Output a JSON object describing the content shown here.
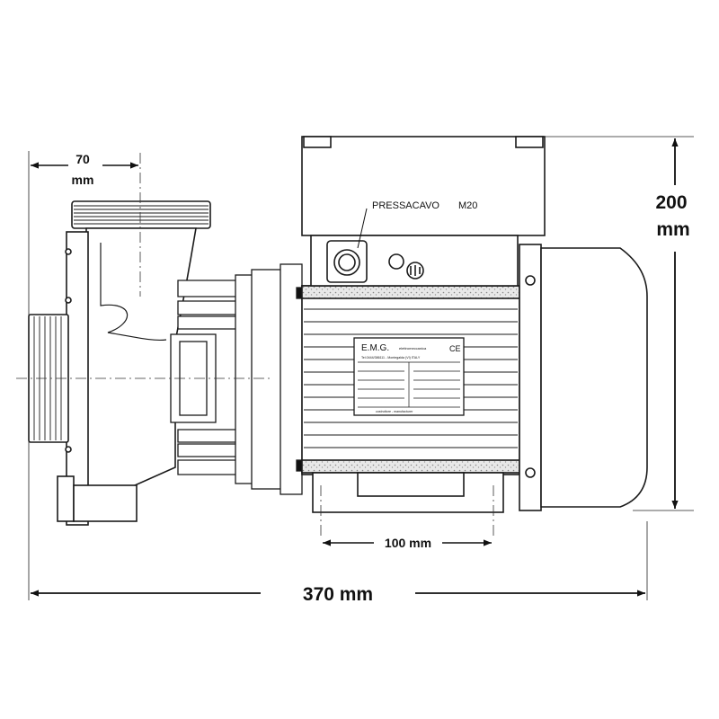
{
  "dimensions": {
    "pipe_offset": {
      "value": "70",
      "unit": "mm"
    },
    "height": {
      "value": "200",
      "unit": "mm"
    },
    "foot_spacing": "100 mm",
    "overall_length": "370 mm"
  },
  "labels": {
    "cable_gland": "PRESSACAVO",
    "gland_size": "M20"
  },
  "nameplate": {
    "brand": "E.M.G.",
    "maker": "elettromeccanica",
    "address": "Tel.0444/386111 - Montegalda (VI) ITALY",
    "ce_mark": "CE",
    "footer": "costruttore - manufacturer"
  },
  "colors": {
    "line": "#1a1a1a",
    "fill": "#ffffff",
    "hatch": "#9a9a9a"
  }
}
